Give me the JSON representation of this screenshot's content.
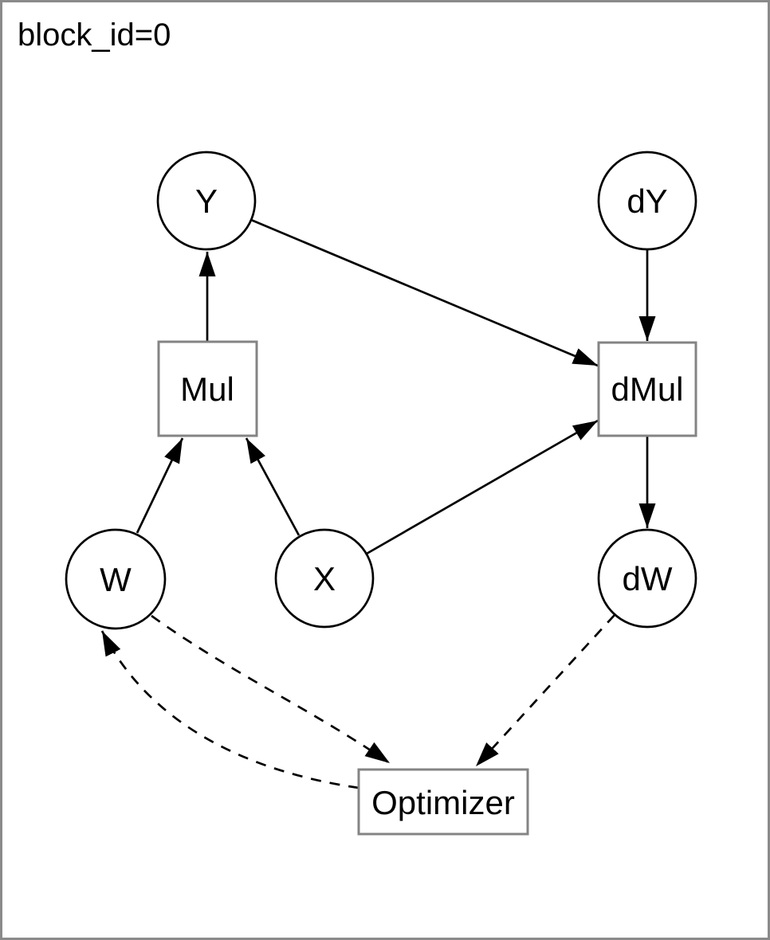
{
  "header": {
    "block_label": "block_id=0"
  },
  "colors": {
    "background": "#ffffff",
    "frame_border": "#8a8a8a",
    "box_stroke": "#848484",
    "circle_stroke": "#000000",
    "edge": "#000000",
    "text": "#000000"
  },
  "nodes": {
    "y": {
      "label": "Y",
      "shape": "circle"
    },
    "dy": {
      "label": "dY",
      "shape": "circle"
    },
    "w": {
      "label": "W",
      "shape": "circle"
    },
    "x": {
      "label": "X",
      "shape": "circle"
    },
    "dw": {
      "label": "dW",
      "shape": "circle"
    },
    "mul": {
      "label": "Mul",
      "shape": "box"
    },
    "dmul": {
      "label": "dMul",
      "shape": "box"
    },
    "optimizer": {
      "label": "Optimizer",
      "shape": "box"
    }
  },
  "edges": [
    {
      "from": "Mul",
      "to": "Y",
      "style": "solid"
    },
    {
      "from": "W",
      "to": "Mul",
      "style": "solid"
    },
    {
      "from": "X",
      "to": "Mul",
      "style": "solid"
    },
    {
      "from": "Y",
      "to": "dMul",
      "style": "solid"
    },
    {
      "from": "dY",
      "to": "dMul",
      "style": "solid"
    },
    {
      "from": "X",
      "to": "dMul",
      "style": "solid"
    },
    {
      "from": "dMul",
      "to": "dW",
      "style": "solid"
    },
    {
      "from": "W",
      "to": "Optimizer",
      "style": "dashed"
    },
    {
      "from": "dW",
      "to": "Optimizer",
      "style": "dashed"
    },
    {
      "from": "Optimizer",
      "to": "W",
      "style": "dashed"
    }
  ]
}
